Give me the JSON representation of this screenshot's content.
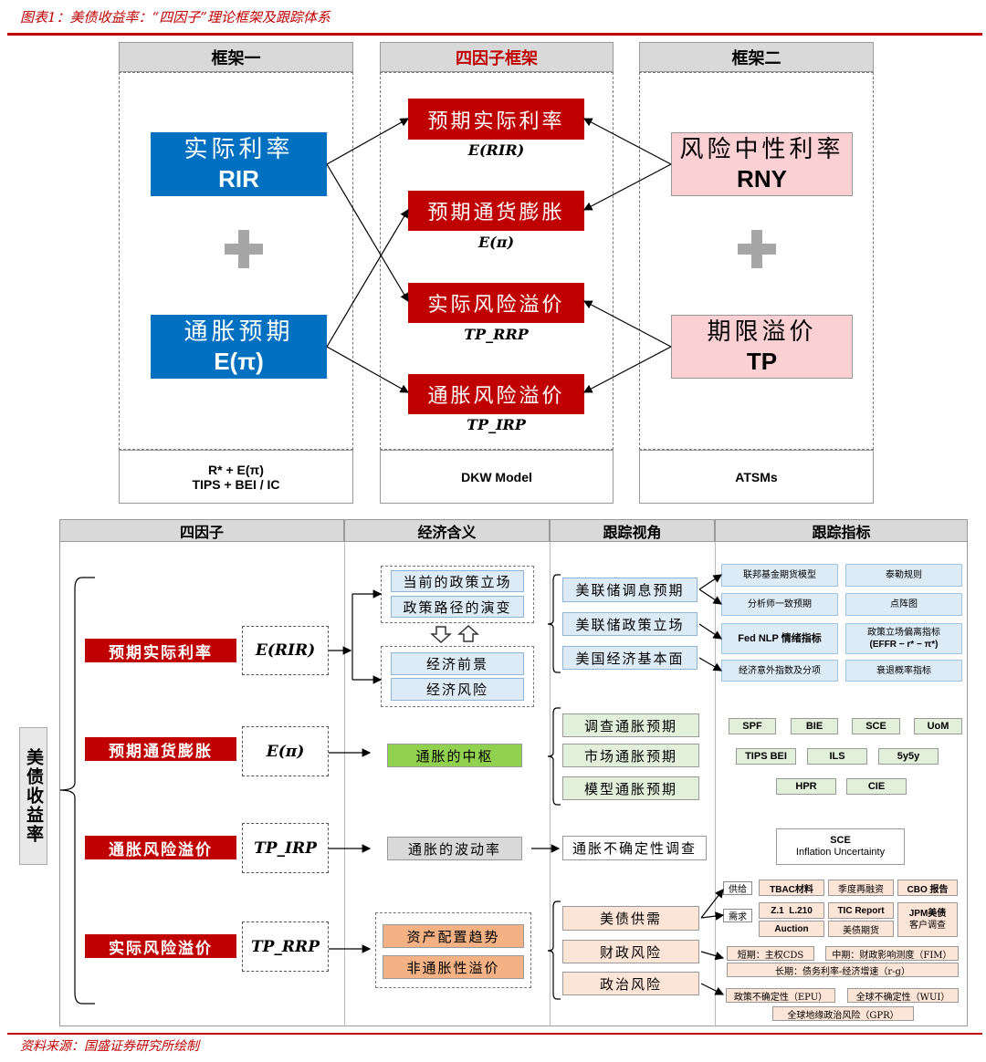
{
  "title": "图表1：美债收益率：“四因子”理论框架及跟踪体系",
  "source": "资料来源：国盛证券研究所绘制",
  "top": {
    "headers": [
      "框架一",
      "四因子框架",
      "框架二"
    ],
    "left": [
      {
        "cn": "实际利率",
        "en": "RIR"
      },
      {
        "cn": "通胀预期",
        "en": "E(π)"
      }
    ],
    "center": [
      {
        "cn": "预期实际利率",
        "label": "E(RIR)"
      },
      {
        "cn": "预期通货膨胀",
        "label": "E(π)"
      },
      {
        "cn": "实际风险溢价",
        "label": "TP_RRP"
      },
      {
        "cn": "通胀风险溢价",
        "label": "TP_IRP"
      }
    ],
    "right": [
      {
        "cn": "风险中性利率",
        "en": "RNY"
      },
      {
        "cn": "期限溢价",
        "en": "TP"
      }
    ],
    "footers": {
      "left_line1": "R* + E(π)",
      "left_line2": "TIPS + BEI / IC",
      "center": "DKW Model",
      "right": "ATSMs"
    }
  },
  "table": {
    "headers": [
      "四因子",
      "经济含义",
      "跟踪视角",
      "跟踪指标"
    ],
    "side_label": "美债收益率",
    "factors": [
      {
        "cn": "预期实际利率",
        "sym": "E(RIR)"
      },
      {
        "cn": "预期通货膨胀",
        "sym": "E(π)"
      },
      {
        "cn": "通胀风险溢价",
        "sym": "TP_IRP"
      },
      {
        "cn": "实际风险溢价",
        "sym": "TP_RRP"
      }
    ],
    "meaning": {
      "g1": [
        "当前的政策立场",
        "政策路径的演变"
      ],
      "g2": [
        "经济前景",
        "经济风险"
      ],
      "inflation_center": "通胀的中枢",
      "inflation_vol": "通胀的波动率",
      "g4": [
        "资产配置趋势",
        "非通胀性溢价"
      ]
    },
    "views": {
      "rir": [
        "美联储调息预期",
        "美联储政策立场",
        "美国经济基本面"
      ],
      "infl": [
        "调查通胀预期",
        "市场通胀预期",
        "模型通胀预期"
      ],
      "irp": "通胀不确定性调查",
      "rrp": [
        "美债供需",
        "财政风险",
        "政治风险"
      ]
    },
    "indicators": {
      "rir": [
        "联邦基金期货模型",
        "泰勒规则",
        "分析师一致预期",
        "点阵图",
        "Fed NLP 情绪指标",
        "政策立场偏离指标",
        "(EFFR − r* − π*)",
        "经济意外指数及分项",
        "衰退概率指标"
      ],
      "infl": [
        "SPF",
        "BIE",
        "SCE",
        "UoM",
        "TIPS BEI",
        "ILS",
        "5y5y",
        "HPR",
        "CIE"
      ],
      "irp": [
        "SCE",
        "Inflation Uncertainty"
      ],
      "supply_label": "供给",
      "demand_label": "需求",
      "supply": [
        "TBAC材料",
        "季度再融资",
        "CBO 报告"
      ],
      "demand": [
        "Z.1  L.210",
        "TIC Report",
        "Auction",
        "美债期货",
        "JPM美债",
        "客户调查"
      ],
      "fiscal": [
        "短期：主权CDS",
        "中期：财政影响测度（FIM）",
        "长期：债务利率-经济增速（r-g）"
      ],
      "political": [
        "政策不确定性（EPU）",
        "全球不确定性（WUI）",
        "全球地缘政治风险（GPR）"
      ]
    }
  },
  "colors": {
    "red": "#c00000",
    "blue": "#0070c0",
    "pink": "#fbd0d3"
  }
}
